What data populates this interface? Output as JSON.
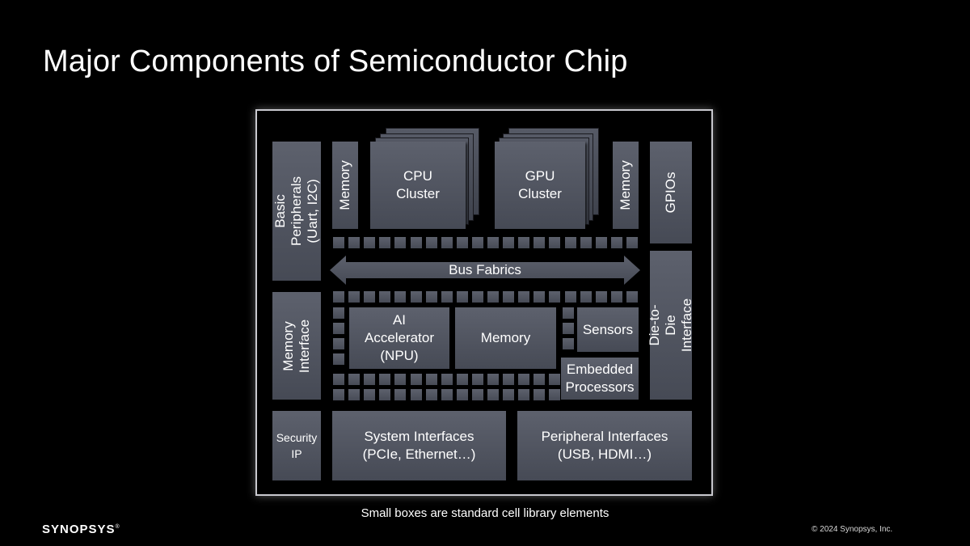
{
  "title": "Major Components of Semiconductor Chip",
  "blocks": {
    "basic_peripherals": "Basic Peripherals\n(Uart, I2C)",
    "memory_left": "Memory",
    "cpu_cluster": "CPU\nCluster",
    "gpu_cluster": "GPU\nCluster",
    "memory_right": "Memory",
    "gpios": "GPIOs",
    "bus_fabrics": "Bus Fabrics",
    "memory_interface": "Memory\nInterface",
    "ai_accelerator": "AI\nAccelerator\n(NPU)",
    "memory_center": "Memory",
    "sensors": "Sensors",
    "embedded_processors": "Embedded\nProcessors",
    "die_to_die": "Die-to-Die\nInterface",
    "security_ip": "Security\nIP",
    "system_interfaces": "System Interfaces\n(PCIe, Ethernet…)",
    "peripheral_interfaces": "Peripheral Interfaces\n(USB, HDMI…)"
  },
  "caption": "Small boxes are standard cell library elements",
  "footer": {
    "logo": "SYNOPSYS",
    "logo_mark": "®",
    "copyright": "© 2024 Synopsys, Inc."
  },
  "colors": {
    "background": "#000000",
    "block": "#545864",
    "chip_border": "#c9c9cf"
  }
}
